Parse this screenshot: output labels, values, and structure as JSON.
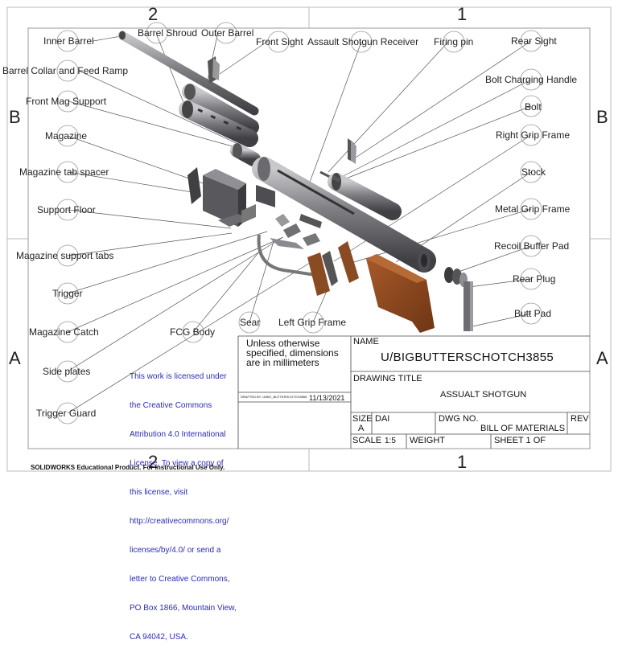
{
  "zones": {
    "top": [
      "2",
      "1"
    ],
    "bottom": [
      "2",
      "1"
    ],
    "left": [
      "B",
      "A"
    ],
    "right": [
      "B",
      "A"
    ]
  },
  "balloons": [
    {
      "id": "inner-barrel",
      "label": "Inner Barrel"
    },
    {
      "id": "barrel-shroud",
      "label": "Barrel Shroud"
    },
    {
      "id": "outer-barrel",
      "label": "Outer Barrel"
    },
    {
      "id": "front-sight",
      "label": "Front Sight"
    },
    {
      "id": "receiver",
      "label": "Assault Shotgun Receiver"
    },
    {
      "id": "firing-pin",
      "label": "Firing pin"
    },
    {
      "id": "rear-sight",
      "label": "Rear Sight"
    },
    {
      "id": "barrel-collar",
      "label": "Barrel Collar and Feed Ramp"
    },
    {
      "id": "bolt-charging-handle",
      "label": "Bolt Charging Handle"
    },
    {
      "id": "front-mag-support",
      "label": "Front Mag Support"
    },
    {
      "id": "bolt",
      "label": "Bolt"
    },
    {
      "id": "magazine",
      "label": "Magazine"
    },
    {
      "id": "right-grip-frame",
      "label": "Right Grip Frame"
    },
    {
      "id": "magazine-tab-spacer",
      "label": "Magazine tab spacer"
    },
    {
      "id": "stock",
      "label": "Stock"
    },
    {
      "id": "support-floor",
      "label": "Support Floor"
    },
    {
      "id": "metal-grip-frame",
      "label": "Metal Grip Frame"
    },
    {
      "id": "recoil-buffer-pad",
      "label": "Recoil Buffer Pad"
    },
    {
      "id": "magazine-support-tabs",
      "label": "Magazine support tabs"
    },
    {
      "id": "rear-plug",
      "label": "Rear Plug"
    },
    {
      "id": "trigger",
      "label": "Trigger"
    },
    {
      "id": "butt-pad",
      "label": "Butt Pad"
    },
    {
      "id": "sear",
      "label": "Sear"
    },
    {
      "id": "left-grip-frame",
      "label": "Left Grip Frame"
    },
    {
      "id": "magazine-catch",
      "label": "Magazine Catch"
    },
    {
      "id": "fcg-body",
      "label": "FCG Body"
    },
    {
      "id": "side-plates",
      "label": "Side plates"
    },
    {
      "id": "trigger-guard",
      "label": "Trigger Guard"
    }
  ],
  "title_block": {
    "note": "Unless otherwise specified, dimensions are in millimeters",
    "license_lines": [
      "This work is licensed under",
      "the Creative Commons",
      "Attribution 4.0 International",
      "License. To view a copy of",
      "this license, visit",
      "http://creativecommons.org/",
      "licenses/by/4.0/ or send a",
      "letter to Creative Commons,",
      "PO Box 1866, Mountain View,",
      "CA 94042, USA."
    ],
    "drafted_by": "DRAFTED BY: U/BIG_BUTTERSCOTCH3855",
    "date": "11/13/2021",
    "name_label": "NAME",
    "name_value": "U/BIGBUTTERSCHOTCH3855",
    "drawing_title_label": "DRAWING TITLE",
    "drawing_title_value": "ASSUALT SHOTGUN",
    "size_label": "SIZE",
    "size_value": "A",
    "dai": "DAI",
    "dwg_no_label": "DWG NO.",
    "dwg_no_value": "BILL OF MATERIALS",
    "rev_label": "REV",
    "scale_label": "SCALE",
    "scale_value": "1:5",
    "weight_label": "WEIGHT",
    "sheet": "SHEET 1 OF"
  },
  "footer": "SOLIDWORKS Educational Product. For Instructional Use Only.",
  "colors": {
    "wood": "#8a4a22",
    "metal": "#6e6e72",
    "metal_light": "#9b9ba0",
    "license": "#2b2bb5"
  }
}
